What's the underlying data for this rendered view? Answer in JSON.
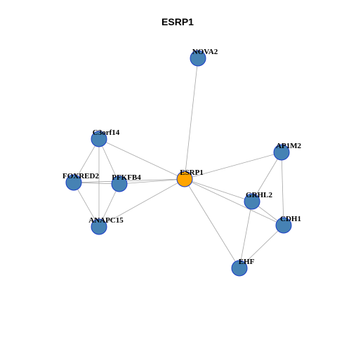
{
  "title": "ESRP1",
  "colors": {
    "center_node": "#FFA500",
    "node": "#4682B4",
    "node_border": "#1A3CC8",
    "edge": "#A6A6A6"
  },
  "nodes": [
    {
      "id": "ESRP1",
      "label": "ESRP1",
      "role": "center"
    },
    {
      "id": "NOVA2",
      "label": "NOVA2",
      "role": "neighbor"
    },
    {
      "id": "C3orf14",
      "label": "C3orf14",
      "role": "neighbor"
    },
    {
      "id": "FOXRED2",
      "label": "FOXRED2",
      "role": "neighbor"
    },
    {
      "id": "PFKFB4",
      "label": "PFKFB4",
      "role": "neighbor"
    },
    {
      "id": "ANAPC15",
      "label": "ANAPC15",
      "role": "neighbor"
    },
    {
      "id": "AP1M2",
      "label": "AP1M2",
      "role": "neighbor"
    },
    {
      "id": "GRHL2",
      "label": "GRHL2",
      "role": "neighbor"
    },
    {
      "id": "CDH1",
      "label": "CDH1",
      "role": "neighbor"
    },
    {
      "id": "EHF",
      "label": "EHF",
      "role": "neighbor"
    }
  ],
  "edges": [
    [
      "ESRP1",
      "NOVA2"
    ],
    [
      "ESRP1",
      "C3orf14"
    ],
    [
      "ESRP1",
      "FOXRED2"
    ],
    [
      "ESRP1",
      "PFKFB4"
    ],
    [
      "ESRP1",
      "ANAPC15"
    ],
    [
      "ESRP1",
      "AP1M2"
    ],
    [
      "ESRP1",
      "GRHL2"
    ],
    [
      "ESRP1",
      "CDH1"
    ],
    [
      "ESRP1",
      "EHF"
    ],
    [
      "C3orf14",
      "FOXRED2"
    ],
    [
      "C3orf14",
      "PFKFB4"
    ],
    [
      "C3orf14",
      "ANAPC15"
    ],
    [
      "FOXRED2",
      "PFKFB4"
    ],
    [
      "FOXRED2",
      "ANAPC15"
    ],
    [
      "PFKFB4",
      "ANAPC15"
    ],
    [
      "AP1M2",
      "GRHL2"
    ],
    [
      "AP1M2",
      "CDH1"
    ],
    [
      "GRHL2",
      "CDH1"
    ],
    [
      "GRHL2",
      "EHF"
    ],
    [
      "CDH1",
      "EHF"
    ]
  ]
}
